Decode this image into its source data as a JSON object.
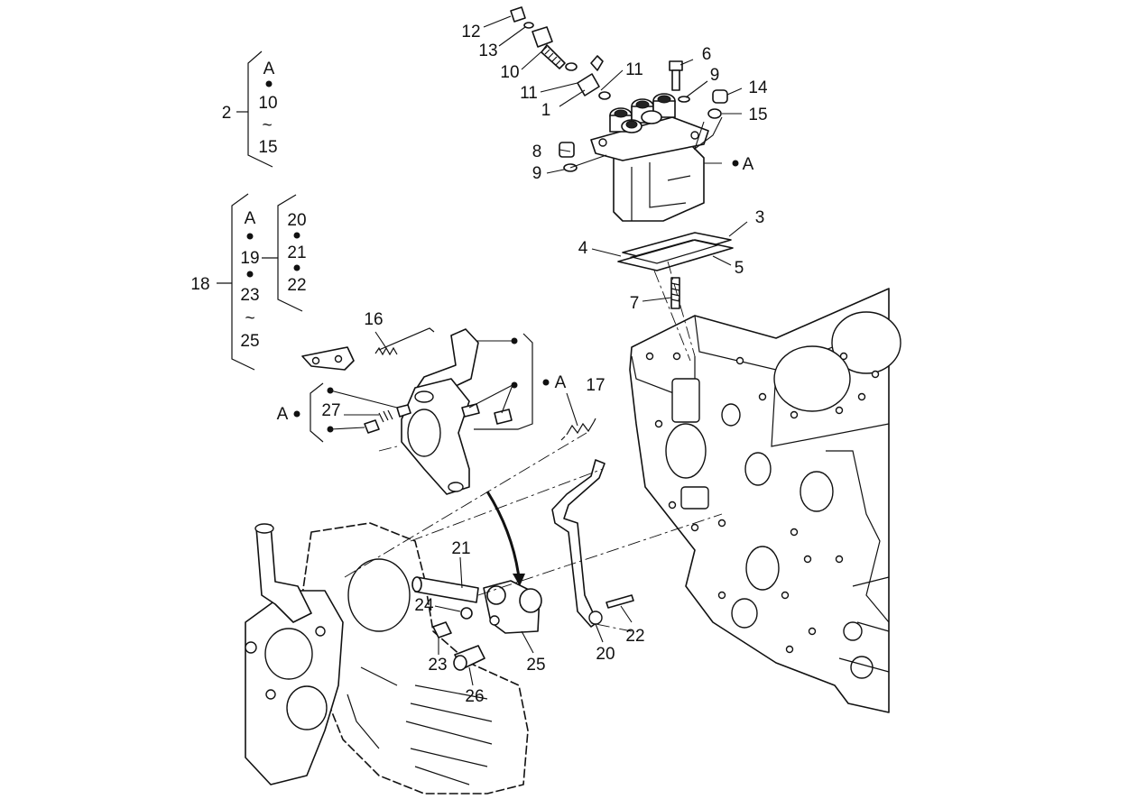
{
  "callouts": {
    "c1": "1",
    "c2": "2",
    "c3": "3",
    "c4": "4",
    "c5": "5",
    "c6": "6",
    "c7": "7",
    "c8": "8",
    "c9a": "9",
    "c9b": "9",
    "c10": "10",
    "c11a": "11",
    "c11b": "11",
    "c12": "12",
    "c13": "13",
    "c14": "14",
    "c15": "15",
    "c16": "16",
    "c17": "17",
    "c18": "18",
    "c20": "20",
    "c21": "21",
    "c22": "22",
    "c23": "23",
    "c24": "24",
    "c25": "25",
    "c26": "26",
    "c27": "27",
    "a_pump": "A",
    "a_lever": "A",
    "a_left": "A"
  },
  "group_2": {
    "number": "2",
    "items": [
      "A",
      "10",
      "~",
      "15"
    ]
  },
  "group_18": {
    "number": "18",
    "items": [
      "A",
      "19",
      "23",
      "~",
      "25"
    ],
    "sub": [
      "20",
      "21",
      "22"
    ]
  }
}
